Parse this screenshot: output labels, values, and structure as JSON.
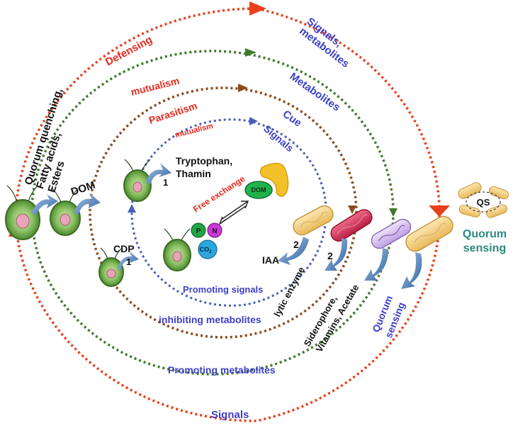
{
  "colors": {
    "outer_ring": "#e8401c",
    "second_ring": "#3f7a2b",
    "third_ring": "#8a4a1c",
    "inner_ring": "#4a5fb8",
    "label_red": "#e8291c",
    "label_blue": "#3d3fc8",
    "quorum_teal": "#2b8a7e",
    "algae_green": "#5a9a3a",
    "bacteria_yellow": "#f2cf7a",
    "bacteria_red": "#d8385a",
    "bacteria_purple": "#c9b3e8",
    "arrow_blue": "#3f76b8"
  },
  "rings": {
    "outer": {
      "top_label": "Defensing",
      "right_label": "Signals, metabolites",
      "bottom_label": "Signals",
      "left_label": "Quorum quenching, Fatty acids, Esters"
    },
    "second": {
      "top_label": "mutualism",
      "right_label": "Metabolites",
      "bottom_label": "Promoting metabolites",
      "left_label": "DOM"
    },
    "third": {
      "top_label": "Parasitism",
      "right_label": "Cue",
      "bottom_label": "inhibiting metabolites",
      "left_label": "CDP"
    },
    "inner": {
      "top_label": "mutualism",
      "right_label": "Signals",
      "bottom_label": "Promoting signals"
    }
  },
  "center": {
    "tryptophan": "Tryptophan, Thamin",
    "free_exchange": "Free exchange",
    "dom_badge": "DOM",
    "p_badge": "P",
    "n_badge": "N",
    "co2_badge": "CO",
    "co2_sub": "2",
    "num_1_top": "1",
    "num_1_bottom": "1"
  },
  "bacteria_labels": {
    "iaa": "IAA",
    "iaa_num": "2",
    "lytic": "lytic enzyme",
    "lytic_num": "2",
    "siderophore_line1": "Siderophore,",
    "siderophore_line2": "Vitamins, Acetate",
    "quorum_line1": "Quorum",
    "quorum_line2": "sensing"
  },
  "side_panel": {
    "qs": "QS",
    "quorum_line1": "Quorum",
    "quorum_line2": "sensing"
  }
}
